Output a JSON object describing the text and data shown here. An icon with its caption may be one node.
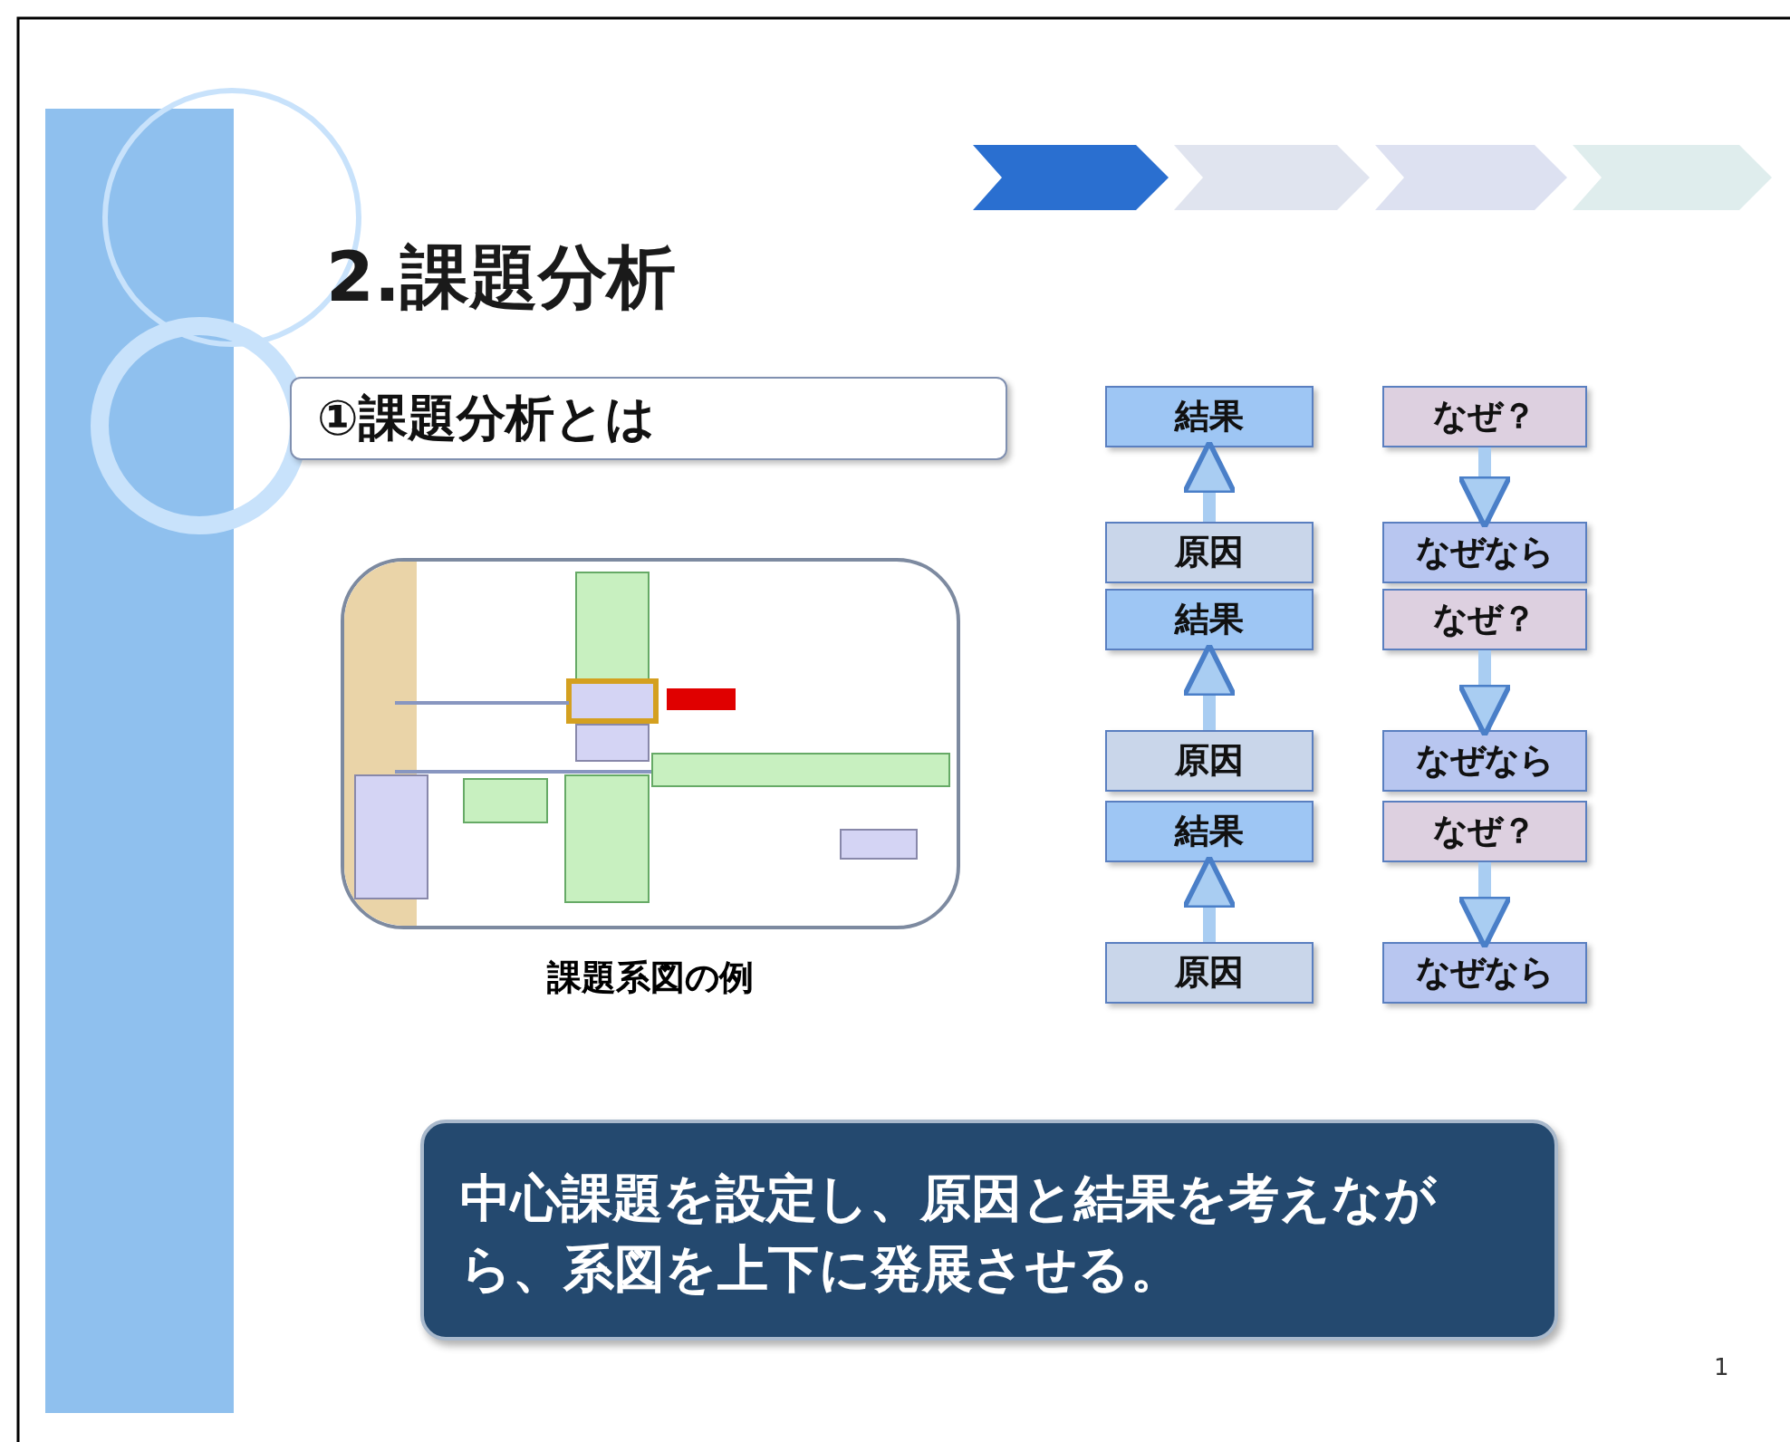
{
  "diagram": {
    "title": "2.課題分析",
    "nodes": [
      {
        "text": [],
        "shape": "chevron"
      },
      {
        "text": [],
        "shape": "chevron"
      },
      {
        "text": [],
        "shape": "chevron"
      },
      {
        "text": [],
        "shape": "chevron"
      },
      {
        "text": [
          "①課題分析とは"
        ]
      },
      {
        "text": [],
        "shape": "picture",
        "beside": [
          "課題系図の例"
        ]
      },
      {
        "text": [
          "結果"
        ]
      },
      {
        "text": [
          "原因"
        ]
      },
      {
        "text": [
          "結果"
        ]
      },
      {
        "text": [
          "原因"
        ]
      },
      {
        "text": [
          "結果"
        ]
      },
      {
        "text": [
          "原因"
        ]
      },
      {
        "text": [
          "なぜ？"
        ]
      },
      {
        "text": [
          "なぜなら"
        ]
      },
      {
        "text": [
          "なぜ？"
        ]
      },
      {
        "text": [
          "なぜなら"
        ]
      },
      {
        "text": [
          "なぜ？"
        ]
      },
      {
        "text": [
          "なぜなら"
        ]
      },
      {
        "text": [
          "中心課題を設定し、原因と結果を考えながら、系図を上下に発展させる。"
        ]
      }
    ],
    "edges": [
      {
        "from": 7,
        "to": 6,
        "arrow": "to"
      },
      {
        "from": 9,
        "to": 8,
        "arrow": "to"
      },
      {
        "from": 11,
        "to": 10,
        "arrow": "to"
      },
      {
        "from": 12,
        "to": 13,
        "arrow": "to"
      },
      {
        "from": 14,
        "to": 15,
        "arrow": "to"
      },
      {
        "from": 16,
        "to": 17,
        "arrow": "to"
      }
    ],
    "labels": [
      "1"
    ]
  }
}
